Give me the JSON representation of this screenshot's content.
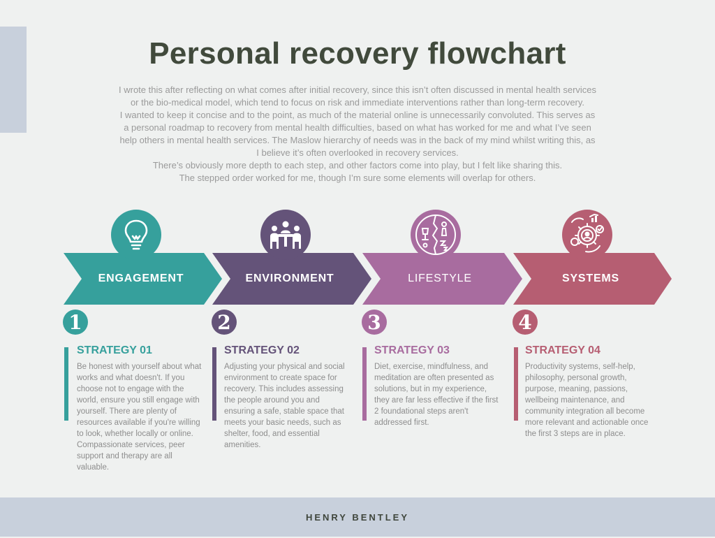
{
  "title": "Personal recovery flowchart",
  "intro": [
    "I wrote this after reflecting on what comes after initial recovery, since this isn’t often discussed in mental health services or the bio-medical model, which tend to focus on risk and immediate interventions rather than long-term recovery.",
    "I wanted to keep it concise and to the point, as much of the material online is unnecessarily convoluted. This serves as a personal roadmap to recovery from mental health difficulties, based on what has worked for me and what I’ve seen help others in mental health services. The Maslow hierarchy of needs was in the back of my mind whilst writing this, as I believe it’s often overlooked in recovery services.",
    "There’s obviously more depth to each step, and other factors come into play, but I felt like sharing this.",
    "The stepped order worked for me, though I’m sure some elements will overlap for others."
  ],
  "steps": [
    {
      "label": "ENGAGEMENT",
      "number": "1",
      "strategy_title": "STRATEGY 01",
      "text": "Be honest with yourself about what works and what doesn't. If you choose not to engage with the world, ensure you still engage with yourself. There are plenty of resources available if you're willing to look, whether locally or online. Compassionate services, peer support and therapy are all valuable.",
      "color": "#36a09c",
      "icon": "lightbulb-icon"
    },
    {
      "label": "ENVIRONMENT",
      "number": "2",
      "strategy_title": "STRATEGY 02",
      "text": "Adjusting your physical and social environment to create space for recovery. This includes assessing the people around you and ensuring a safe, stable space that meets your basic needs, such as shelter, food, and essential amenities.",
      "color": "#645379",
      "icon": "meeting-table-icon"
    },
    {
      "label": "LIFESTYLE",
      "number": "3",
      "strategy_title": "STRATEGY 03",
      "text": "Diet, exercise, mindfulness, and meditation are often presented as solutions, but in my experience, they are far less effective if the first 2 foundational steps aren't addressed first.",
      "color": "#a86c9f",
      "icon": "work-life-balance-icon"
    },
    {
      "label": "SYSTEMS",
      "number": "4",
      "strategy_title": "STRATEGY 04",
      "text": "Productivity systems, self-help, philosophy, personal growth, purpose, meaning, passions, wellbeing maintenance, and community integration all become more relevant and actionable once the first 3 steps are in place.",
      "color": "#b65e72",
      "icon": "gear-growth-icon"
    }
  ],
  "footer": "HENRY BENTLEY"
}
